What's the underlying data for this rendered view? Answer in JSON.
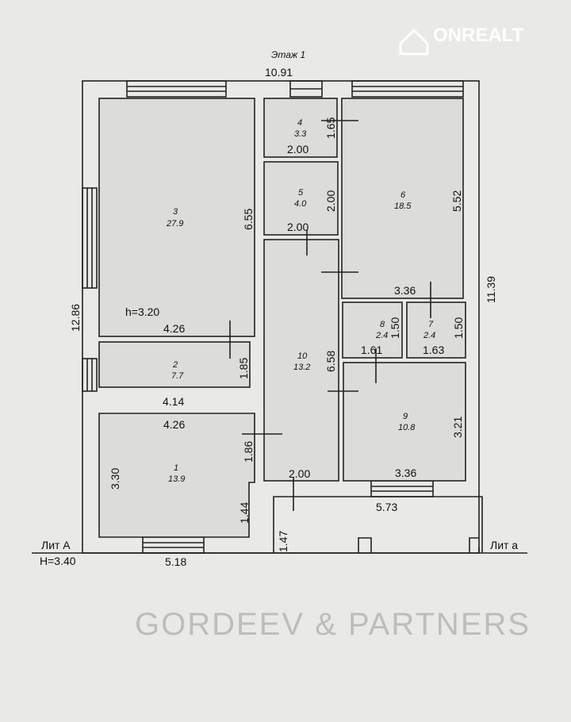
{
  "title": "Этаж 1",
  "watermarks": {
    "main": "GORDEEV & PARTNERS",
    "logo": "ONREALT"
  },
  "labels": {
    "lit_a_upper": "Лит А",
    "height_total": "H=3.40",
    "lit_a_lower": "Лит а",
    "room3_height": "h=3.20"
  },
  "outer_dims": {
    "top": "10.91",
    "left": "12.86",
    "right": "11.39",
    "bottom": "5.18",
    "porch": "5.73",
    "porch_depth": "1.47"
  },
  "rooms": [
    {
      "num": "1",
      "area": "13.9",
      "dims": [
        "4.26",
        "3.30",
        "1.86",
        "1.44"
      ]
    },
    {
      "num": "2",
      "area": "7.7",
      "dims": [
        "4.14",
        "1.85"
      ]
    },
    {
      "num": "3",
      "area": "27.9",
      "dims": [
        "4.26",
        "6.55"
      ]
    },
    {
      "num": "4",
      "area": "3.3",
      "dims": [
        "2.00",
        "1.65"
      ]
    },
    {
      "num": "5",
      "area": "4.0",
      "dims": [
        "2.00",
        "2.00"
      ]
    },
    {
      "num": "6",
      "area": "18.5",
      "dims": [
        "3.36",
        "5.52"
      ]
    },
    {
      "num": "7",
      "area": "2.4",
      "dims": [
        "1.63",
        "1.50"
      ]
    },
    {
      "num": "8",
      "area": "2.4",
      "dims": [
        "1.61",
        "1.50"
      ]
    },
    {
      "num": "9",
      "area": "10.8",
      "dims": [
        "3.36",
        "3.21"
      ]
    },
    {
      "num": "10",
      "area": "13.2",
      "dims": [
        "2.00",
        "6.58"
      ]
    }
  ]
}
